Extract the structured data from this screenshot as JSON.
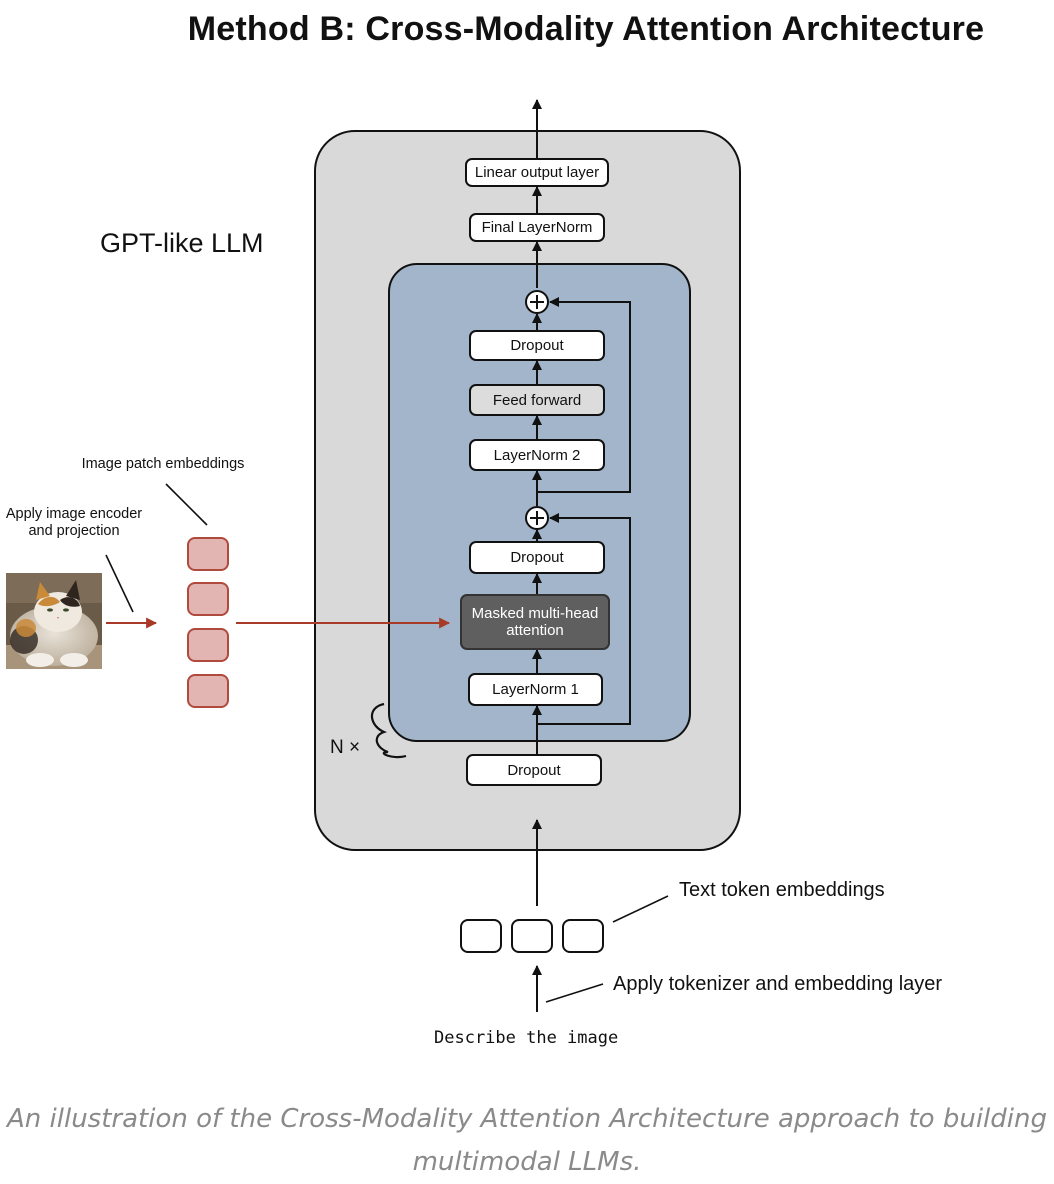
{
  "title": "Method B: Cross-Modality Attention Architecture",
  "llm_label": "GPT-like LLM",
  "blocks": {
    "linear_output": "Linear output layer",
    "final_layernorm": "Final LayerNorm",
    "dropout_top": "Dropout",
    "feed_forward": "Feed forward",
    "layernorm2": "LayerNorm 2",
    "dropout_mid": "Dropout",
    "masked_attention": "Masked multi-head attention",
    "layernorm1": "LayerNorm 1",
    "dropout_bottom": "Dropout"
  },
  "repeat_label": "N ×",
  "labels": {
    "image_patch_embeddings": "Image patch embeddings",
    "apply_image_encoder": "Apply image encoder and projection",
    "text_token_embeddings": "Text token embeddings",
    "apply_tokenizer": "Apply tokenizer and embedding layer",
    "input_text": "Describe the image"
  },
  "caption": "An illustration of the Cross-Modality Attention Architecture approach to building multimodal LLMs.",
  "colors": {
    "outer_box": "#d9d9d9",
    "transformer_block": "#a3b5cb",
    "image_embedding": "#e3b5b2",
    "image_embedding_border": "#b04a3c",
    "image_arrow": "#a83a28",
    "attention_box": "#5f5f5f",
    "feed_forward_box": "#dcdcdc",
    "caption": "#8a8a8a"
  },
  "icons": [
    "plus-circle-icon",
    "curly-brace-icon",
    "cat-photo"
  ]
}
